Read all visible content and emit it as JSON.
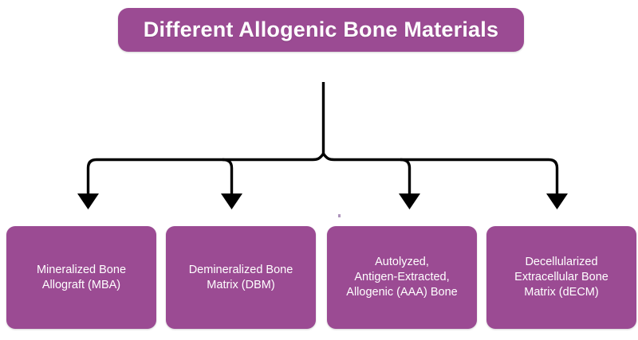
{
  "diagram": {
    "title_node": {
      "label": "Different Allogenic Bone Materials",
      "color": "#9b4b93",
      "text_color": "#ffffff"
    },
    "connector": {
      "color": "#000000",
      "stroke_width": 3,
      "style": "orthogonal-tree-with-arrowheads",
      "branch_count": 4
    },
    "leaf_nodes": [
      {
        "id": "mineralized-bone-allograft",
        "label": "Mineralized Bone\nAllograft (MBA)",
        "abbreviation": "MBA",
        "color": "#9b4b93"
      },
      {
        "id": "demineralized-bone-matrix",
        "label": "Demineralized Bone\nMatrix (DBM)",
        "abbreviation": "DBM",
        "color": "#9b4b93"
      },
      {
        "id": "autolyzed-antigen-extracted-allogenic-bone",
        "label": "Autolyzed,\nAntigen-Extracted,\nAllogenic (AAA) Bone",
        "abbreviation": "AAA",
        "color": "#9b4b93"
      },
      {
        "id": "decellularized-extracellular-bone-matrix",
        "label": "Decellularized\nExtracellular Bone\nMatrix (dECM)",
        "abbreviation": "dECM",
        "color": "#9b4b93"
      }
    ],
    "background_color": "#ffffff"
  }
}
